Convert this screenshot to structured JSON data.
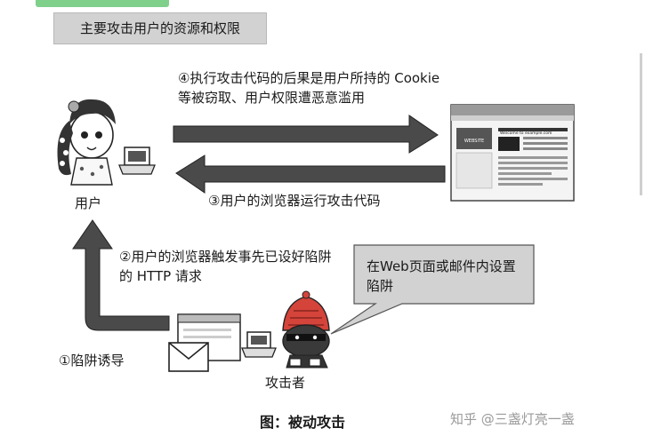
{
  "title": "主要攻击用户的资源和权限",
  "steps": {
    "step4": "④执行攻击代码的后果是用户所持的 Cookie 等被窃取、用户权限遭恶意滥用",
    "step3": "③用户的浏览器运行攻击代码",
    "step2": "②用户的浏览器触发事先已设好陷阱的 HTTP 请求",
    "step1": "①陷阱诱导"
  },
  "actors": {
    "user": "用户",
    "attacker": "攻击者"
  },
  "callout": "在Web页面或邮件内设置陷阱",
  "caption": "图：被动攻击",
  "watermark": "知乎 @三盏灯亮一盏",
  "browser": {
    "page_heading": "Welcome to example.com",
    "logo_text": "WEBSITE"
  },
  "colors": {
    "arrow": "#4a4a4a",
    "box": "#d2d2d2",
    "hat": "#d4443a"
  }
}
